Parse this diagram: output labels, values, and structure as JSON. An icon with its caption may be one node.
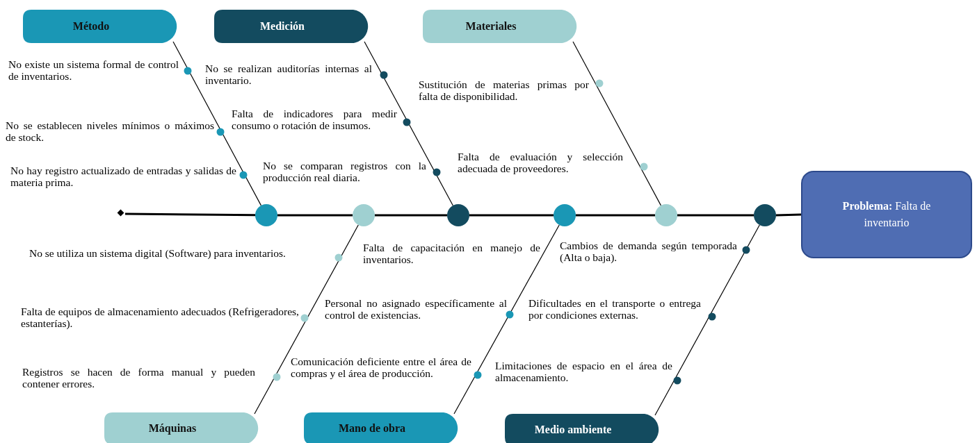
{
  "diagram": {
    "nodes": [
      {
        "text": [
          "Método"
        ]
      },
      {
        "text": [
          "Medición"
        ]
      },
      {
        "text": [
          "Materiales"
        ]
      },
      {
        "text": [],
        "shape": "diamond"
      },
      {
        "text": [],
        "shape": "circle"
      },
      {
        "text": [],
        "shape": "circle"
      },
      {
        "text": [],
        "shape": "circle"
      },
      {
        "text": [],
        "shape": "circle"
      },
      {
        "text": [],
        "shape": "circle"
      },
      {
        "text": [],
        "shape": "circle"
      },
      {
        "text": [
          "**Problema:** Falta de inventario"
        ]
      },
      {
        "text": [
          "Máquinas"
        ]
      },
      {
        "text": [
          "Mano de obra"
        ]
      },
      {
        "text": [
          "Medio ambiente"
        ]
      }
    ],
    "edges": [
      {
        "from": 0,
        "to": 4,
        "arrow": "none"
      },
      {
        "from": 1,
        "to": 6,
        "arrow": "none"
      },
      {
        "from": 2,
        "to": 8,
        "arrow": "none"
      },
      {
        "from": 3,
        "to": 4,
        "arrow": "none"
      },
      {
        "from": 4,
        "to": 5,
        "arrow": "none"
      },
      {
        "from": 5,
        "to": 6,
        "arrow": "none"
      },
      {
        "from": 6,
        "to": 7,
        "arrow": "none"
      },
      {
        "from": 7,
        "to": 8,
        "arrow": "none"
      },
      {
        "from": 8,
        "to": 9,
        "arrow": "none"
      },
      {
        "from": 9,
        "to": 10,
        "arrow": "none"
      },
      {
        "from": 11,
        "to": 5,
        "arrow": "none"
      },
      {
        "from": 12,
        "to": 7,
        "arrow": "none"
      },
      {
        "from": 13,
        "to": 9,
        "arrow": "none"
      }
    ],
    "labels": [
      "No existe un sistema formal de control de inventarios.",
      "No se realizan auditorías internas al inventario.",
      "Sustitución de materias primas por falta de disponibilidad.",
      "No se establecen niveles mínimos o máximos de stock.",
      "Falta de indicadores para medir consumo o rotación de insumos.",
      "No hay registro actualizado de entradas y salidas de materia prima.",
      "No se comparan registros con la producción real diaria.",
      "Falta de evaluación y selección adecuada de proveedores.",
      "No se utiliza un sistema digital (Software) para inventarios.",
      "Falta de capacitación en manejo de inventarios.",
      "Cambios de demanda según temporada (Alta o baja).",
      "Falta de equipos de almacenamiento adecuados (Refrigeradores, estanterías).",
      "Personal no asignado específicamente al control de existencias.",
      "Dificultades en el transporte o entrega por condiciones externas.",
      "Registros se hacen de forma manual y pueden contener errores.",
      "Comunicación deficiente entre el área de compras y el área de producción.",
      "Limitaciones de espacio en el área de almacenamiento."
    ]
  }
}
